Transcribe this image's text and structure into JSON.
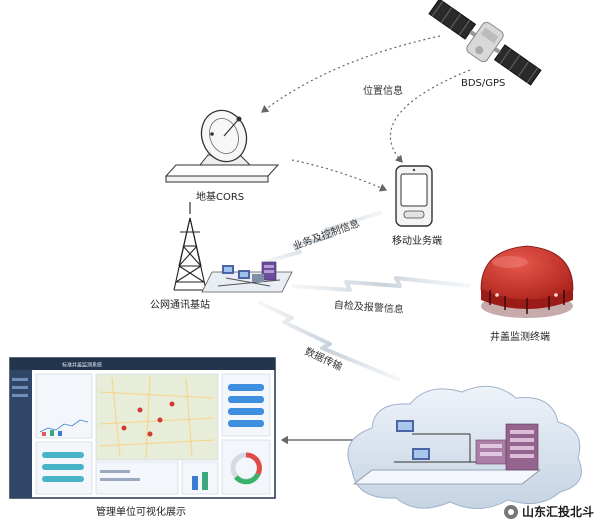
{
  "diagram": {
    "nodes": {
      "satellite": {
        "label": "BDS/GPS"
      },
      "cors": {
        "label": "地基CORS"
      },
      "base_station": {
        "label": "公网通讯基站"
      },
      "mobile": {
        "label": "移动业务端"
      },
      "manhole_terminal": {
        "label": "井盖监测终端"
      },
      "dashboard": {
        "label": "管理单位可视化展示",
        "screen_title": "标准井盖监测系统"
      },
      "cloud_server": {
        "label": ""
      }
    },
    "links": {
      "position_info": "位置信息",
      "business_control": "业务及控制信息",
      "self_check_alarm": "自检及报警信息",
      "data_transfer": "数据传输"
    },
    "colors": {
      "terminal_red": "#c8322a",
      "dashboard_frame": "#23344d",
      "cloud": "#dbe4ef"
    }
  },
  "watermark": {
    "text": "山东汇投北斗"
  }
}
